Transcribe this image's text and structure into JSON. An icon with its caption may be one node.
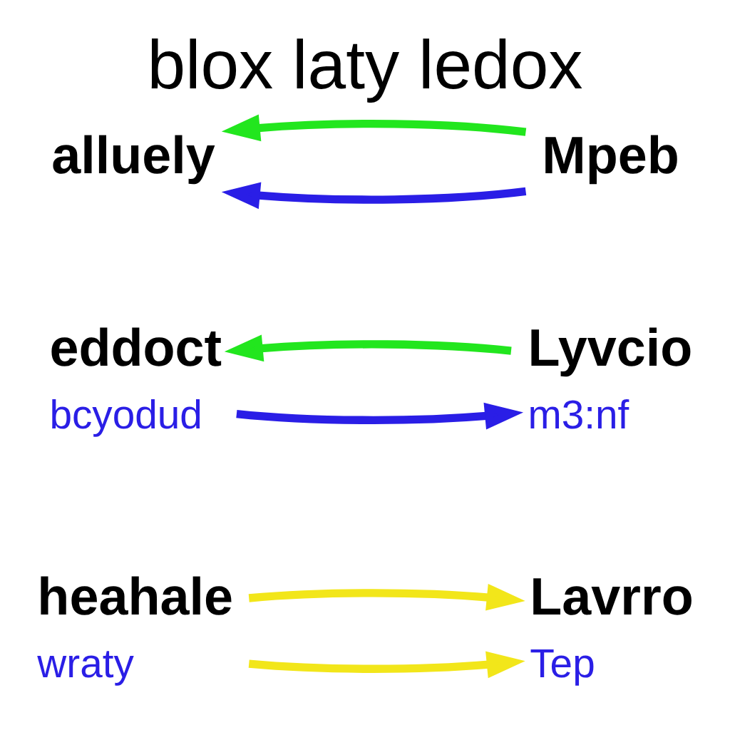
{
  "diagram": {
    "title": "blox laty ledox",
    "nodes": [
      {
        "text": [
          "alluely"
        ]
      },
      {
        "text": [
          "Mpeb"
        ]
      },
      {
        "text": [
          "eddoct",
          "bcyodud"
        ]
      },
      {
        "text": [
          "Lyvcio",
          "m3:nf"
        ]
      },
      {
        "text": [
          "heahale",
          "wraty"
        ]
      },
      {
        "text": [
          "Lavrro",
          "Tep"
        ]
      }
    ],
    "edges": [
      {
        "from": 1,
        "to": 0,
        "arrow": "to",
        "color": "#2a1ee6"
      },
      {
        "from": 1,
        "to": 0,
        "arrow": "to",
        "color": "#22e61e"
      },
      {
        "from": 2,
        "to": 3,
        "arrow": "to",
        "color": "#2a1ee6"
      },
      {
        "from": 3,
        "to": 2,
        "arrow": "to",
        "color": "#22e61e"
      },
      {
        "from": 4,
        "to": 5,
        "arrow": "to",
        "color": "#f2e61a"
      },
      {
        "from": 4,
        "to": 5,
        "arrow": "to",
        "color": "#f2e61a"
      }
    ]
  }
}
